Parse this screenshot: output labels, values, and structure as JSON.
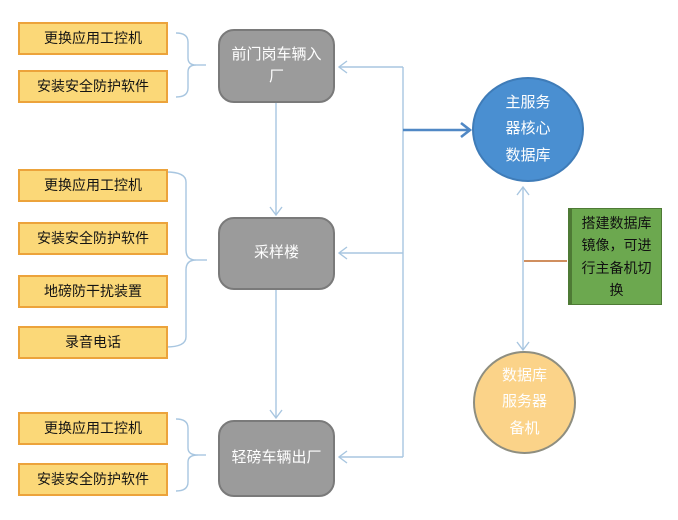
{
  "diagram": {
    "groups": {
      "entry_tasks": {
        "item1": "更换应用工控机",
        "item2": "安装安全防护软件"
      },
      "sampling_tasks": {
        "item1": "更换应用工控机",
        "item2": "安装安全防护软件",
        "item3": "地磅防干扰装置",
        "item4": "录音电话"
      },
      "exit_tasks": {
        "item1": "更换应用工控机",
        "item2": "安装安全防护软件"
      }
    },
    "processes": {
      "gate_entry": "前门岗车辆入厂",
      "sampling_building": "采样楼",
      "light_weigh_exit": "轻磅车辆出厂"
    },
    "servers": {
      "main_database": "主服务器核心数据库",
      "backup_database": "数据库服务器备机"
    },
    "note": "搭建数据库镜像，可进行主备机切换",
    "colors": {
      "task_fill": "#FBD878",
      "task_border": "#ECA33B",
      "process_fill": "#9B9B9B",
      "process_border": "#7A7A7A",
      "main_db_fill": "#4A8FD1",
      "backup_db_fill": "#FBD389",
      "backup_db_border": "#8E8E80",
      "note_fill": "#6CA84F",
      "note_border": "#4E7A35",
      "connector_line": "#A8C6E0",
      "strong_arrow": "#5088C5",
      "note_link_line": "#C06A2A"
    }
  }
}
